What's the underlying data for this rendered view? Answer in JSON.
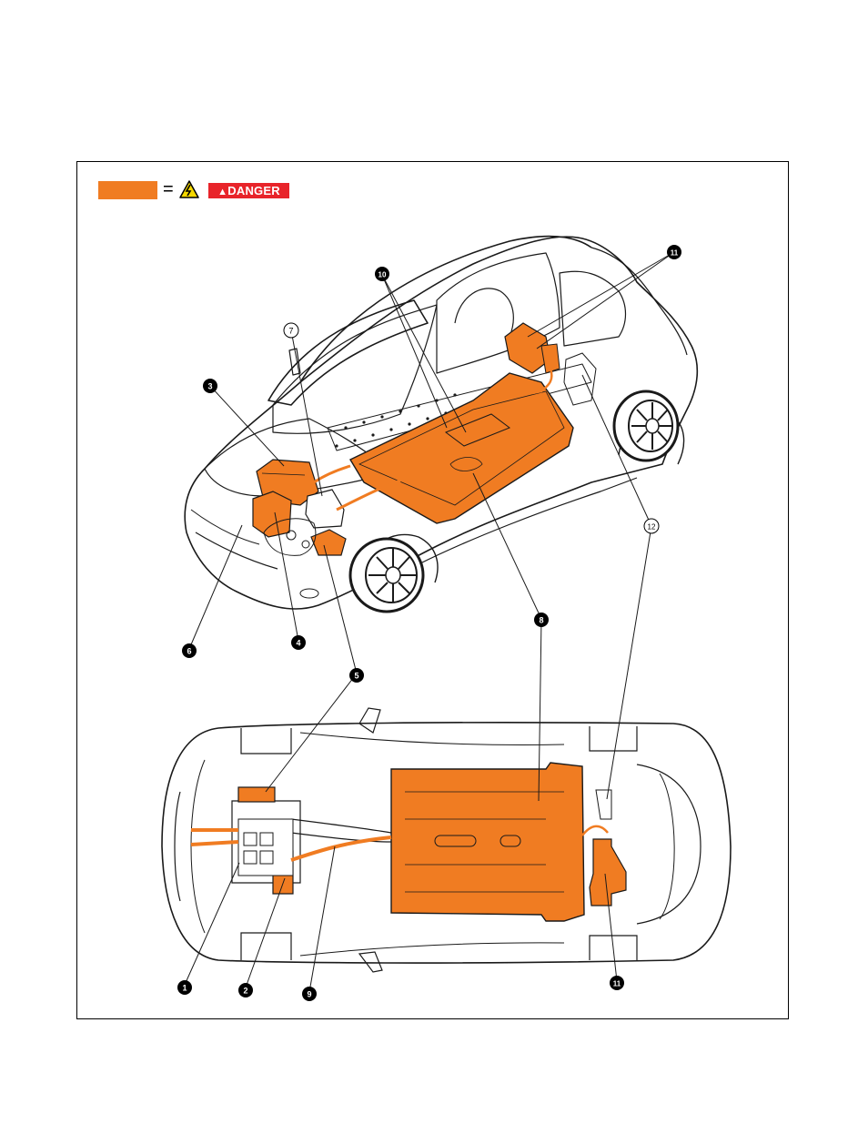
{
  "legend": {
    "equals_sign": "=",
    "danger_label": "DANGER",
    "hv_color": "#f07c22",
    "danger_color": "#e8242a",
    "icons": [
      "high-voltage-warning-icon",
      "danger-triangle-icon"
    ]
  },
  "callouts": [
    {
      "id": "c1",
      "label": "1",
      "style": "filled"
    },
    {
      "id": "c2",
      "label": "2",
      "style": "filled"
    },
    {
      "id": "c3",
      "label": "3",
      "style": "filled"
    },
    {
      "id": "c4",
      "label": "4",
      "style": "filled"
    },
    {
      "id": "c5",
      "label": "5",
      "style": "filled"
    },
    {
      "id": "c6",
      "label": "6",
      "style": "filled"
    },
    {
      "id": "c7",
      "label": "7",
      "style": "outline"
    },
    {
      "id": "c8",
      "label": "8",
      "style": "filled"
    },
    {
      "id": "c9",
      "label": "9",
      "style": "filled"
    },
    {
      "id": "c10",
      "label": "10",
      "style": "filled"
    },
    {
      "id": "c11a",
      "label": "11",
      "style": "filled"
    },
    {
      "id": "c11b",
      "label": "11",
      "style": "filled"
    },
    {
      "id": "c12",
      "label": "12",
      "style": "outline"
    }
  ]
}
